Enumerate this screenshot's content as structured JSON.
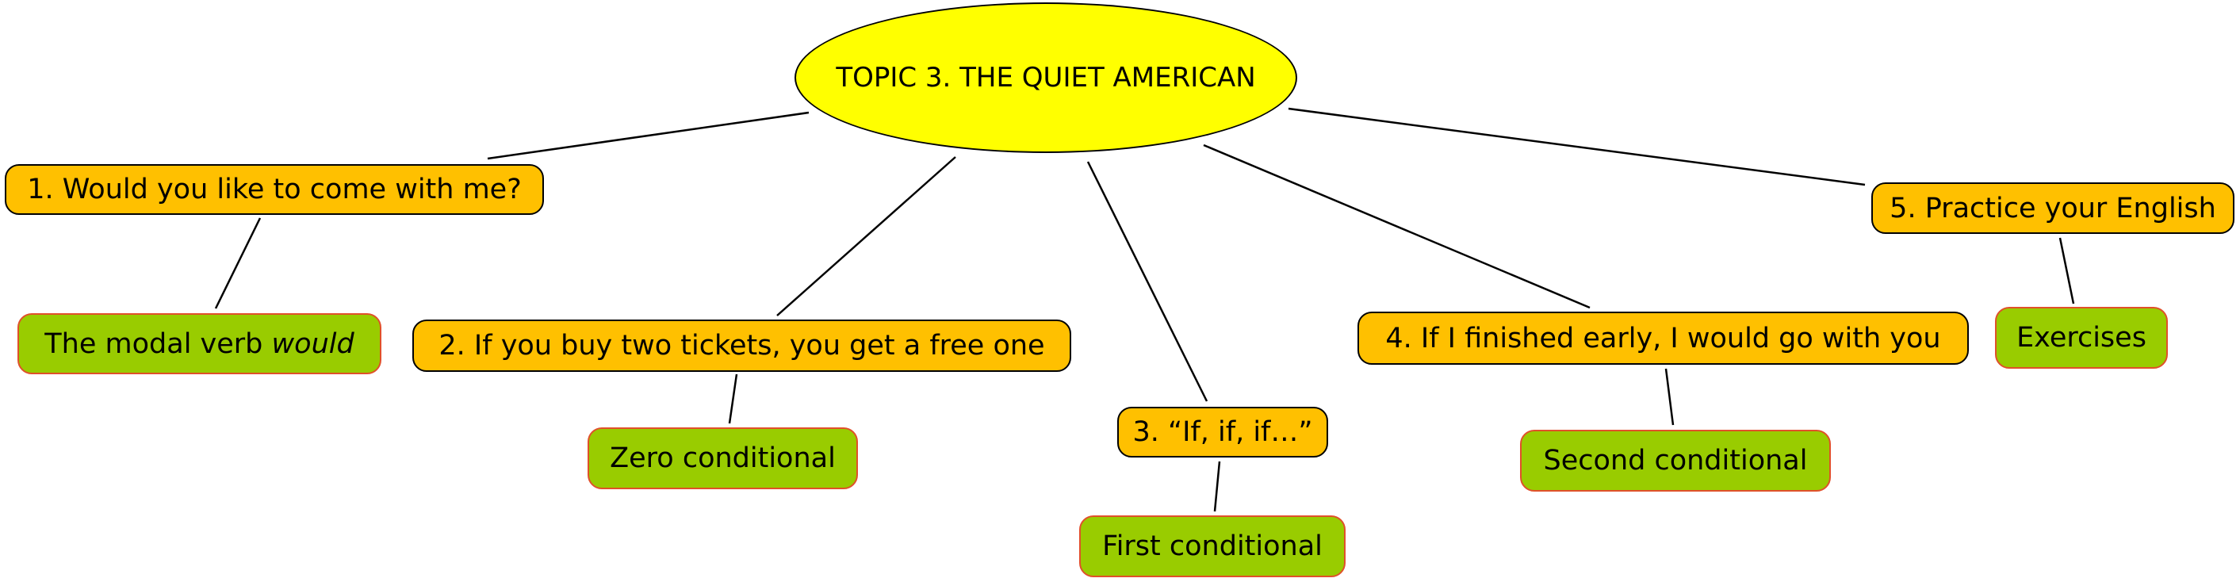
{
  "colors": {
    "topic_fill": "#ffff00",
    "subtopic_fill": "#ffc000",
    "leaf_fill": "#99cc00",
    "leaf_border": "#e0502a",
    "line": "#000000"
  },
  "topic": {
    "label": "TOPIC 3. THE QUIET AMERICAN"
  },
  "subtopics": [
    {
      "label": "1. Would you like to come with me?"
    },
    {
      "label": "2. If you buy two tickets, you get a free one"
    },
    {
      "label": "3. “If, if, if…”"
    },
    {
      "label": "4. If I finished early, I would go with you"
    },
    {
      "label": "5. Practice your English"
    }
  ],
  "leaves": [
    {
      "label_plain": "The modal verb ",
      "label_italic": "would"
    },
    {
      "label": "Zero conditional"
    },
    {
      "label": "First conditional"
    },
    {
      "label": "Second conditional"
    },
    {
      "label": "Exercises"
    }
  ]
}
